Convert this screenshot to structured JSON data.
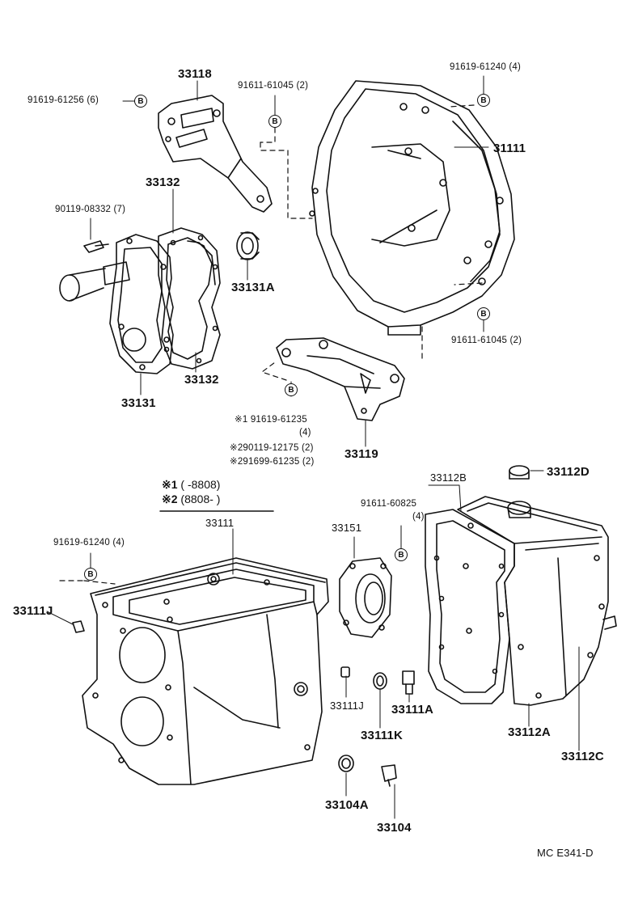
{
  "labels": {
    "p33118": "33118",
    "p91619_61256": "91619-61256 (6)",
    "p91611_61045_top": "91611-61045 (2)",
    "p91619_61240_top": "91619-61240 (4)",
    "p31111": "31111",
    "p33132_top": "33132",
    "p90119_08332": "90119-08332 (7)",
    "p33131A": "33131A",
    "p33132_bot": "33132",
    "p33131": "33131",
    "p91611_61045_mid": "91611-61045 (2)",
    "p91619_61235": "※1 91619-61235",
    "p91619_61235_qty": "(4)",
    "p290119": "※290119-12175 (2)",
    "p291699": "※291699-61235 (2)",
    "p33119": "33119",
    "p33111_top": "33111",
    "p91619_61240_left": "91619-61240 (4)",
    "p33111J_left": "33111J",
    "p33151": "33151",
    "p91611_60825": "91611-60825",
    "p91611_60825_qty": "(4)",
    "p33112B": "33112B",
    "p33112D": "33112D",
    "p33111J": "33111J",
    "p33111A": "33111A",
    "p33111K": "33111K",
    "p33112A": "33112A",
    "p33112C": "33112C",
    "p33104A": "33104A",
    "p33104": "33104",
    "footer": "MC  E341-D"
  },
  "legend": {
    "line1_mark": "※1",
    "line1_text": "(        -8808)",
    "line2_mark": "※2",
    "line2_text": "(8808-          )"
  },
  "bolt_symbol": "B"
}
